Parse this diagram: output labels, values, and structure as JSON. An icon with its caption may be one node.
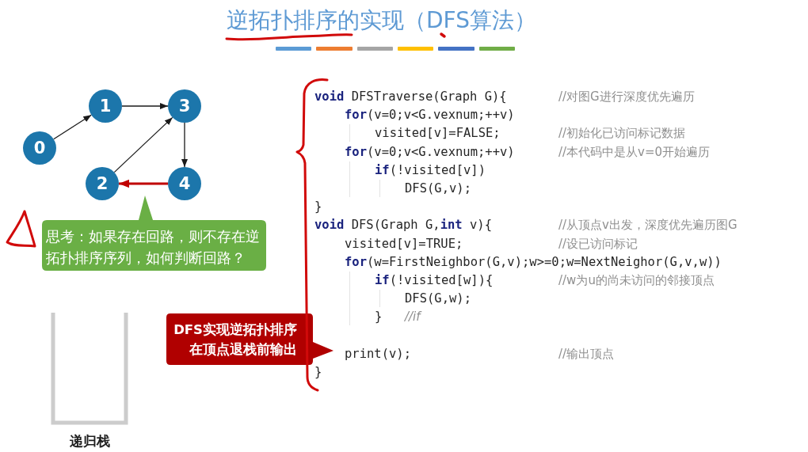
{
  "diagram": {
    "title": "逆拓扑排序的实现（DFS算法）",
    "nodes": [
      {
        "text": [
          "0"
        ]
      },
      {
        "text": [
          "1"
        ]
      },
      {
        "text": [
          "2"
        ]
      },
      {
        "text": [
          "3"
        ]
      },
      {
        "text": [
          "4"
        ]
      },
      {
        "text": [
          "思考：如果存在回路，则不存在逆拓扑排序序列，如何判断回路？"
        ]
      },
      {
        "text": [
          "DFS实现逆拓扑排序",
          "在顶点退栈前输出"
        ]
      },
      {
        "text": [
          "递归栈"
        ]
      }
    ],
    "edges": [
      {
        "from": 0,
        "to": 1,
        "arrow": "to"
      },
      {
        "from": 1,
        "to": 3,
        "arrow": "to"
      },
      {
        "from": 2,
        "to": 3,
        "arrow": "to"
      },
      {
        "from": 3,
        "to": 4,
        "arrow": "to"
      },
      {
        "from": 4,
        "to": 2,
        "arrow": "to",
        "style": "thick",
        "color": "#c00000"
      }
    ],
    "labels": [
      "**void** DFSTraverse(Graph G){",
      "//对图G进行深度优先遍历",
      "**for**(v=0;v<G.vexnum;++v)",
      "visited[v]=FALSE;",
      "//初始化已访问标记数据",
      "**for**(v=0;v<G.vexnum;++v)",
      "//本代码中是从v=0开始遍历",
      "**if**(!visited[v])",
      "DFS(G,v);",
      "}",
      "**void** DFS(Graph G,**int** v){",
      "//从顶点v出发，深度优先遍历图G",
      "visited[v]=TRUE;",
      "//设已访问标记",
      "**for**(w=FirstNeighbor(G,v);w>=0;w=NextNeighor(G,v,w))",
      "**if**(!visited[w]){",
      "//w为u的尚未访问的邻接顶点",
      "DFS(G,w);",
      "}",
      "//if",
      "print(v);",
      "//输出顶点",
      "}"
    ]
  }
}
